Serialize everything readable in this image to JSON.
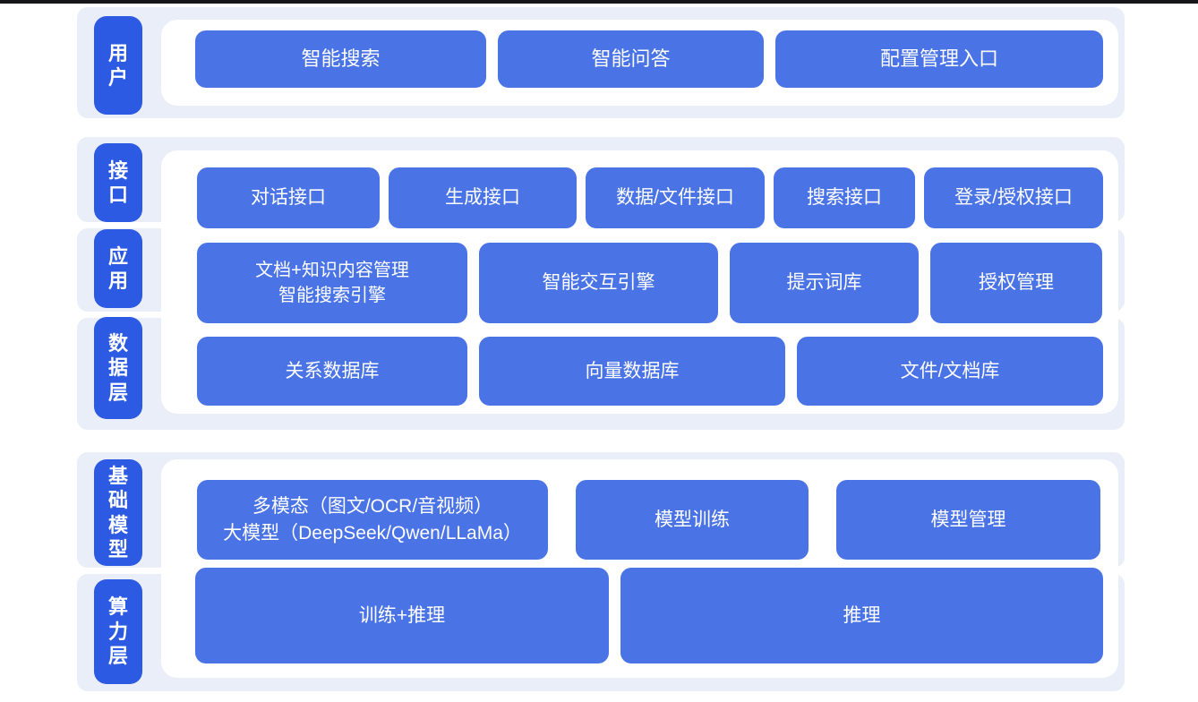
{
  "diagram_title": "AI platform layered architecture",
  "colors": {
    "layer_band": "#e9eef8",
    "label_pill": "#2d5ae3",
    "node_fill": "#4a73e6",
    "panel_fill": "#ffffff",
    "node_text": "#ffffff",
    "baseline": "#16161a"
  },
  "layers": {
    "user": {
      "label": "用户",
      "items": [
        "智能搜索",
        "智能问答",
        "配置管理入口"
      ]
    },
    "interface": {
      "label": "接口",
      "items": [
        "对话接口",
        "生成接口",
        "数据/文件接口",
        "搜索接口",
        "登录/授权接口"
      ]
    },
    "application": {
      "label": "应用",
      "items": [
        [
          "文档+知识内容管理",
          "智能搜索引擎"
        ],
        "智能交互引擎",
        "提示词库",
        "授权管理"
      ]
    },
    "data": {
      "label": "数据层",
      "items": [
        "关系数据库",
        "向量数据库",
        "文件/文档库"
      ]
    },
    "foundation": {
      "label": "基础模型",
      "items": [
        [
          "多模态（图文/OCR/音视频）",
          "大模型（DeepSeek/Qwen/LLaMa）"
        ],
        "模型训练",
        "模型管理"
      ]
    },
    "compute": {
      "label": "算力层",
      "items": [
        "训练+推理",
        "推理"
      ]
    }
  }
}
